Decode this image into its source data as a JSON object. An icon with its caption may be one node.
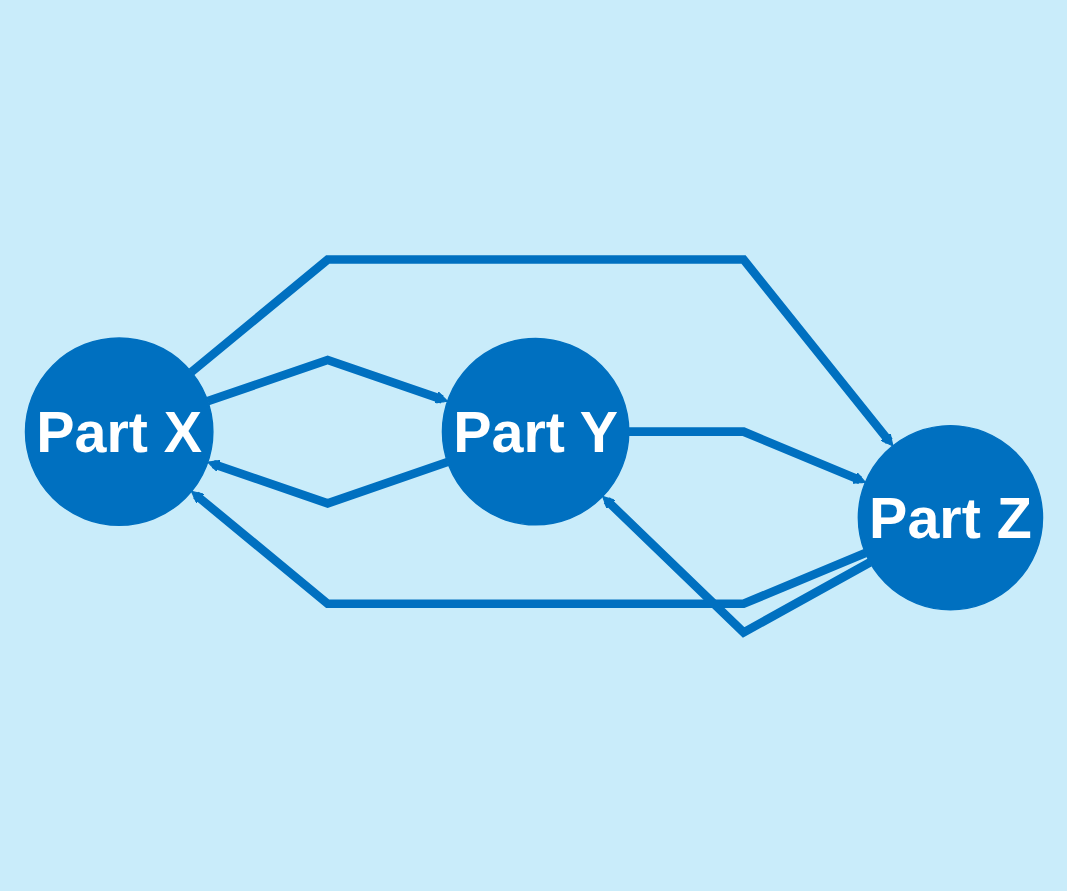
{
  "diagram": {
    "nodes": [
      {
        "text": [
          "Part X"
        ]
      },
      {
        "text": [
          "Part Y"
        ]
      },
      {
        "text": [
          "Part Z"
        ]
      }
    ],
    "edges": [
      {
        "from": 0,
        "to": 1,
        "arrow": "to"
      },
      {
        "from": 1,
        "to": 0,
        "arrow": "to"
      },
      {
        "from": 0,
        "to": 2,
        "arrow": "to"
      },
      {
        "from": 2,
        "to": 0,
        "arrow": "to"
      },
      {
        "from": 2,
        "to": 1,
        "arrow": "to"
      },
      {
        "from": 1,
        "to": 2,
        "arrow": "to"
      }
    ]
  }
}
